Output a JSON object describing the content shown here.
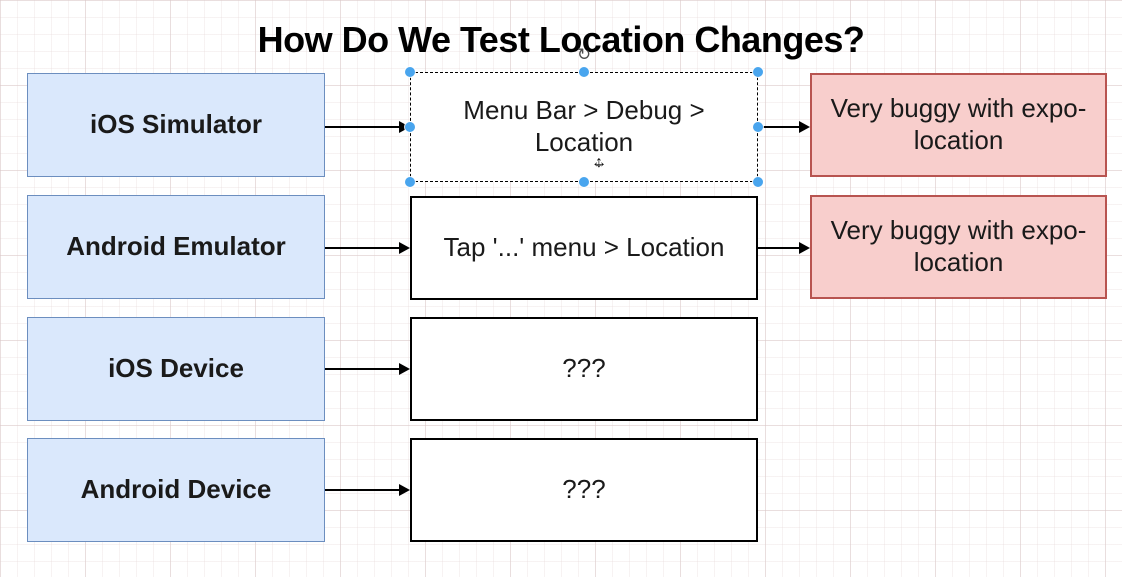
{
  "title": "How Do We Test Location Changes?",
  "rows": [
    {
      "source": "iOS Simulator",
      "method": "Menu Bar > Debug > Location",
      "result": "Very buggy with expo-location",
      "selected": true
    },
    {
      "source": "Android Emulator",
      "method": "Tap '...' menu > Location",
      "result": "Very buggy with expo-location",
      "selected": false
    },
    {
      "source": "iOS Device",
      "method": "???",
      "selected": false
    },
    {
      "source": "Android Device",
      "method": "???",
      "selected": false
    }
  ],
  "icons": {
    "rotate_handle": "↻",
    "move_horizontal": "↔",
    "move_vertical": "↕"
  },
  "colors": {
    "source_fill": "#DAE8FC",
    "source_border": "#6C8EBF",
    "method_fill": "#FFFFFF",
    "method_border": "#000000",
    "result_fill": "#F8CECC",
    "result_border": "#B85450",
    "selection_handle": "#49A5EE",
    "text": "#1A1A1A"
  }
}
